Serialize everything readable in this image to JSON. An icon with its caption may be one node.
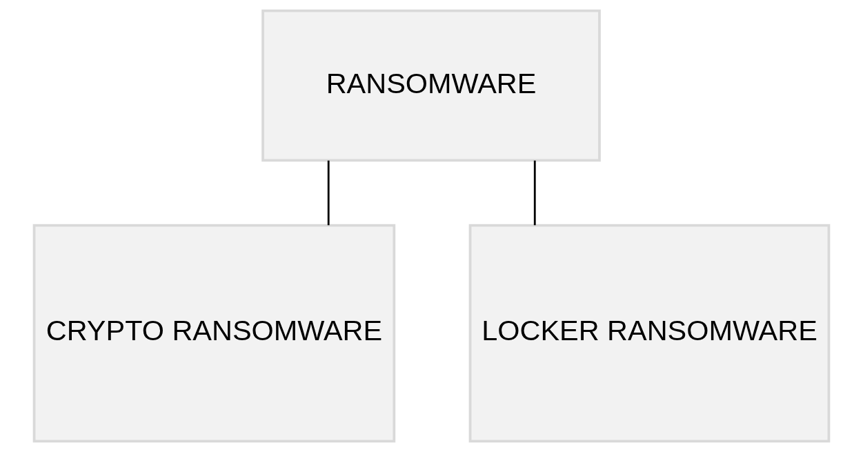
{
  "diagram": {
    "nodes": [
      {
        "text": [
          "RANSOMWARE"
        ]
      },
      {
        "text": [
          "CRYPTO RANSOMWARE"
        ]
      },
      {
        "text": [
          "LOCKER RANSOMWARE"
        ]
      }
    ],
    "edges": [
      {
        "from": 0,
        "to": 1,
        "arrow": "none"
      },
      {
        "from": 0,
        "to": 2,
        "arrow": "none"
      }
    ]
  }
}
